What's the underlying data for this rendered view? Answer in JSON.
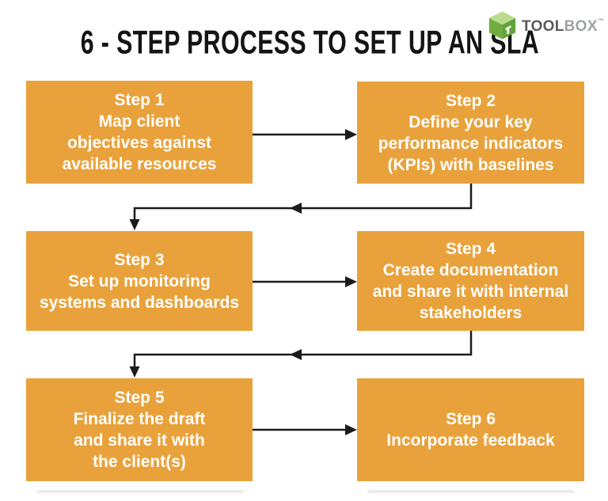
{
  "title": "6 - STEP PROCESS TO SET UP AN SLA",
  "logo": {
    "icon": "toolbox-cube-icon",
    "text_bold": "TOOL",
    "text_light": "BOX",
    "trademark": "™"
  },
  "colors": {
    "box_background": "#E9A23B",
    "box_text": "#FFFFFF",
    "arrow": "#1B1B1B",
    "title_text": "#141414",
    "logo_text_dark": "#58595B",
    "logo_text_light": "#9EA1A4",
    "logo_green_top": "#B9DC8C",
    "logo_green_left": "#71AE41",
    "logo_green_right": "#63A43A"
  },
  "steps": [
    {
      "name": "Step 1",
      "lines": [
        "Map client",
        "objectives against",
        "available resources"
      ]
    },
    {
      "name": "Step 2",
      "lines": [
        "Define your key",
        "performance indicators",
        "(KPIs) with baselines"
      ]
    },
    {
      "name": "Step 3",
      "lines": [
        "Set up monitoring",
        "systems and dashboards"
      ]
    },
    {
      "name": "Step 4",
      "lines": [
        "Create documentation",
        "and share it with internal",
        "stakeholders"
      ]
    },
    {
      "name": "Step 5",
      "lines": [
        "Finalize the draft",
        "and share it with",
        "the client(s)"
      ]
    },
    {
      "name": "Step 6",
      "lines": [
        "Incorporate feedback"
      ]
    }
  ]
}
